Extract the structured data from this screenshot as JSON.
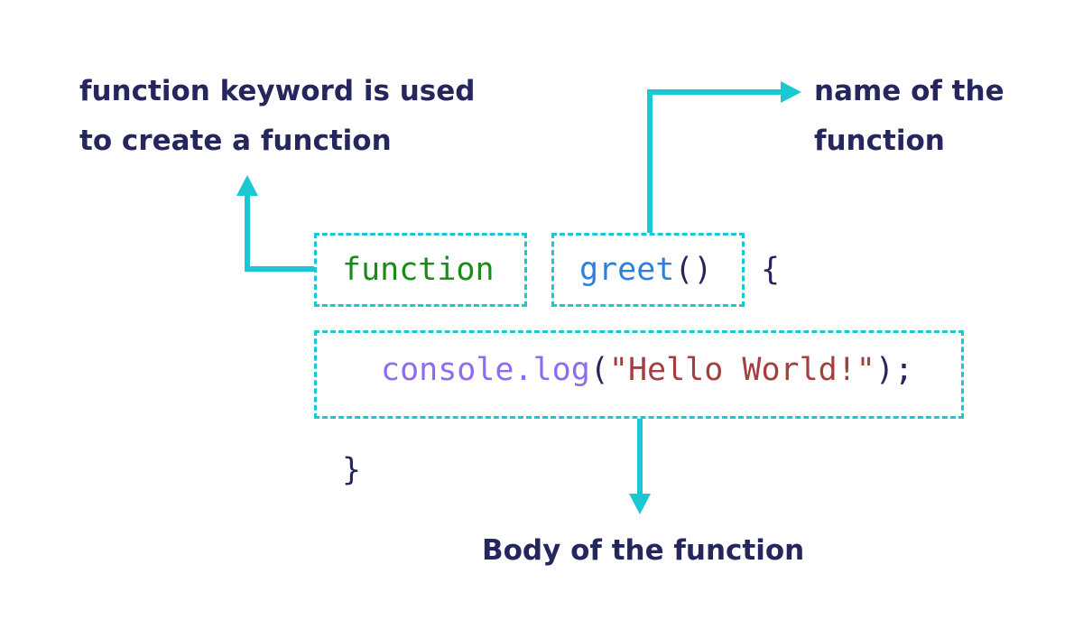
{
  "annotations": {
    "keyword": [
      "function keyword is used",
      "to create a function"
    ],
    "name": [
      "name of the",
      "function"
    ],
    "body": "Body of the function"
  },
  "code": {
    "keyword": "function",
    "function_name": "greet",
    "parens": "()",
    "open_brace": "{",
    "body_object": "console.log",
    "body_open": "(",
    "body_string": "\"Hello World!\"",
    "body_close": ");",
    "close_brace": "}"
  },
  "colors": {
    "accent": "#19c8d2",
    "label_text": "#25265e",
    "keyword": "#1a8a1a",
    "function_name": "#2f7fe0",
    "method": "#8d6cf0",
    "string": "#a3403f"
  }
}
